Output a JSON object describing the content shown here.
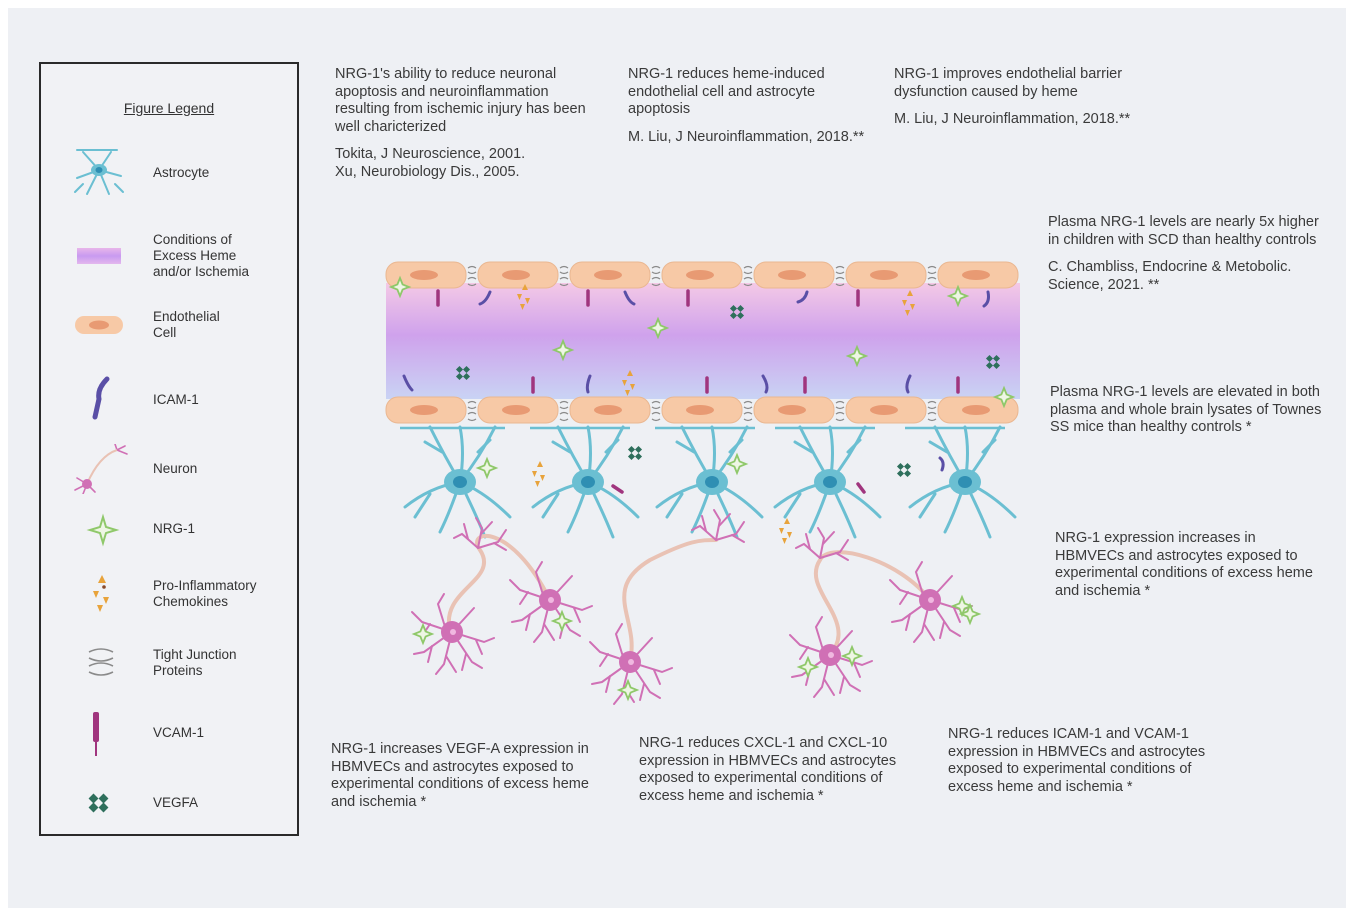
{
  "legend": {
    "title": "Figure Legend",
    "items": [
      {
        "icon": "astrocyte-icon",
        "label": "Astrocyte"
      },
      {
        "icon": "excess-heme-icon",
        "label": "Conditions of\nExcess Heme\nand/or Ischemia"
      },
      {
        "icon": "endothelial-cell-icon",
        "label": "Endothelial\nCell"
      },
      {
        "icon": "icam1-icon",
        "label": "ICAM-1"
      },
      {
        "icon": "neuron-icon",
        "label": "Neuron"
      },
      {
        "icon": "nrg1-icon",
        "label": "NRG-1"
      },
      {
        "icon": "chemokines-icon",
        "label": "Pro-Inflammatory\nChemokines"
      },
      {
        "icon": "tight-junction-icon",
        "label": "Tight Junction\nProteins"
      },
      {
        "icon": "vcam1-icon",
        "label": "VCAM-1"
      },
      {
        "icon": "vegfa-icon",
        "label": "VEGFA"
      }
    ]
  },
  "notes": {
    "top1": {
      "text": "NRG-1's ability to reduce neuronal apoptosis and neuroinflammation resulting from ischemic injury has been well charicterized",
      "ref": "Tokita, J Neuroscience, 2001.\nXu, Neurobiology Dis., 2005."
    },
    "top2": {
      "text": "NRG-1 reduces heme-induced endothelial cell and astrocyte apoptosis",
      "ref": "M. Liu, J Neuroinflammation, 2018.**"
    },
    "top3": {
      "text": "NRG-1 improves endothelial barrier  dysfunction caused by heme",
      "ref": "M. Liu, J Neuroinflammation, 2018.**"
    },
    "right1": {
      "text": "Plasma NRG-1 levels are nearly 5x higher in children with SCD than healthy controls",
      "ref": "C. Chambliss, Endocrine & Metobolic. Science, 2021. **"
    },
    "right2": {
      "text": "Plasma NRG-1 levels are elevated in both plasma and whole brain lysates of Townes SS mice than healthy controls *"
    },
    "right3": {
      "text": "NRG-1 expression increases in HBMVECs and astrocytes exposed to experimental conditions of excess heme and ischemia *"
    },
    "bottom1": {
      "text": "NRG-1 increases VEGF-A expression in HBMVECs and astrocytes exposed to experimental conditions of excess heme and ischemia *"
    },
    "bottom2": {
      "text": "NRG-1 reduces CXCL-1 and CXCL-10 expression in HBMVECs and astrocytes exposed to experimental conditions of excess heme and ischemia *"
    },
    "bottom3": {
      "text": "NRG-1 reduces ICAM-1 and VCAM-1  expression in HBMVECs and astrocytes exposed to experimental conditions of excess heme and ischemia *"
    }
  },
  "colors": {
    "endothelial": "#f7c9a6",
    "endothelial_nucleus": "#e89a73",
    "astrocyte": "#6bbfd2",
    "astrocyte_nucleus": "#2f8fb3",
    "neuron": "#d070b5",
    "neuron_axon": "#e9c2b4",
    "nrg1": "#8fc86a",
    "vegfa": "#2e6f5c",
    "icam1": "#5a4fa6",
    "vcam1": "#a0357e",
    "chemokine": "#e8a33b",
    "lumen_top": "#f4c9e6",
    "lumen_mid": "#cfa2ec",
    "lumen_bottom": "#c9d3f4"
  }
}
